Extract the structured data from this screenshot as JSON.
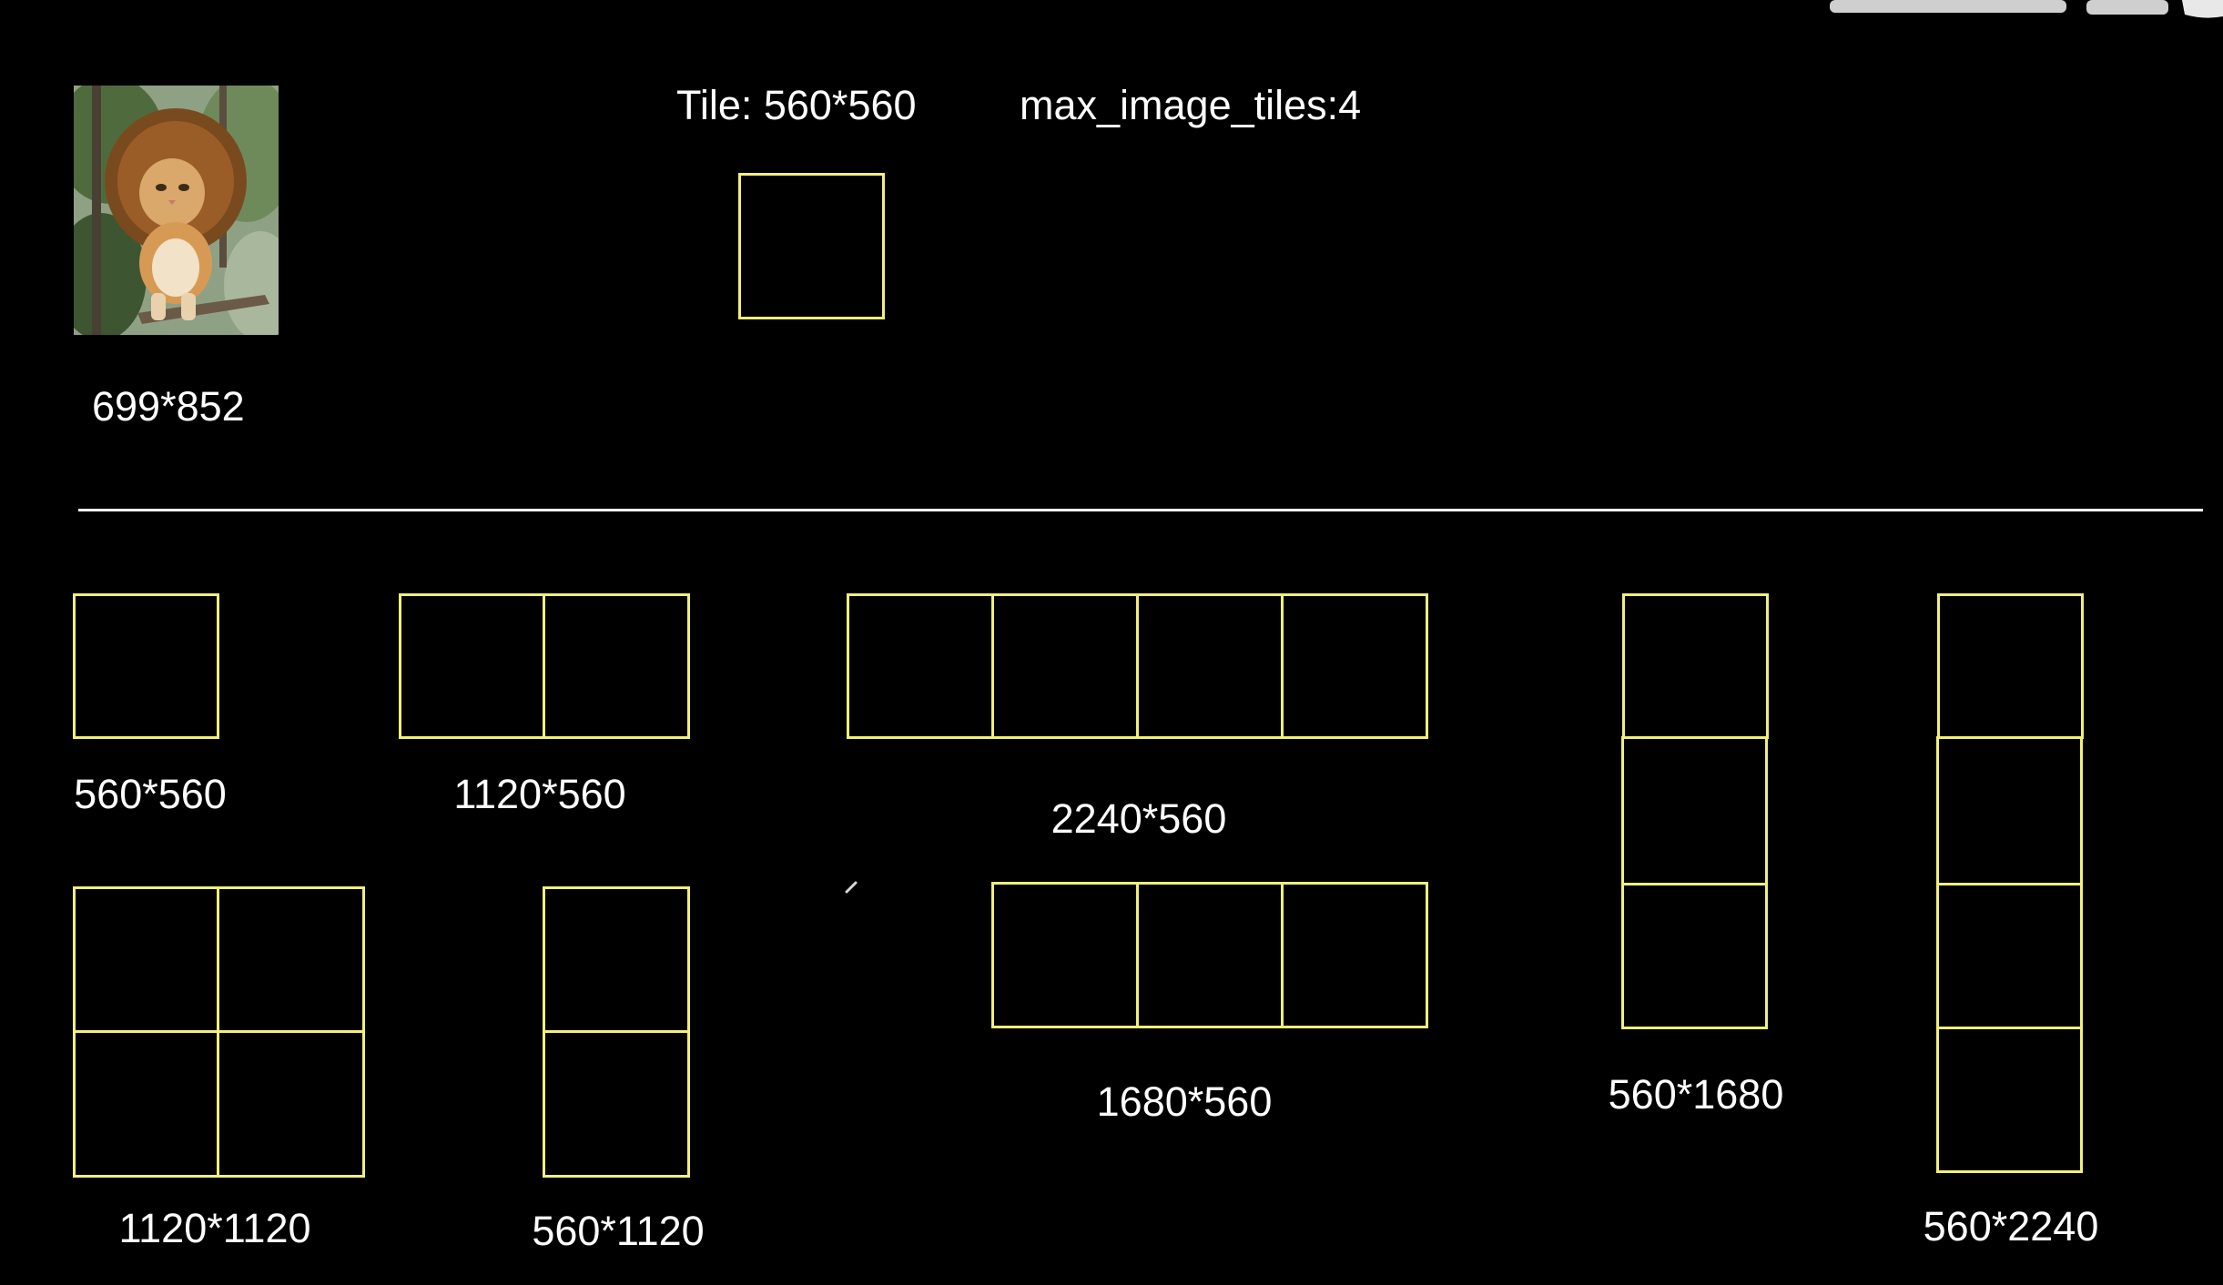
{
  "header": {
    "tile_size_label": "Tile: 560*560",
    "max_tiles_label": "max_image_tiles:4"
  },
  "source_image": {
    "dimensions_label": "699*852"
  },
  "canvases": [
    {
      "id": "c-560x560",
      "label": "560*560",
      "cols": 1,
      "rows": 1
    },
    {
      "id": "c-1120x560",
      "label": "1120*560",
      "cols": 2,
      "rows": 1
    },
    {
      "id": "c-2240x560",
      "label": "2240*560",
      "cols": 4,
      "rows": 1
    },
    {
      "id": "c-560x1680",
      "label": "560*1680",
      "cols": 1,
      "rows": 3
    },
    {
      "id": "c-560x2240",
      "label": "560*2240",
      "cols": 1,
      "rows": 4
    },
    {
      "id": "c-1120x1120",
      "label": "1120*1120",
      "cols": 2,
      "rows": 2
    },
    {
      "id": "c-560x1120",
      "label": "560*1120",
      "cols": 1,
      "rows": 2
    },
    {
      "id": "c-1680x560",
      "label": "1680*560",
      "cols": 3,
      "rows": 1
    }
  ],
  "colors": {
    "background": "#000000",
    "text": "#ffffff",
    "tile_outline": "#f2ef7a",
    "divider": "#ffffff"
  }
}
